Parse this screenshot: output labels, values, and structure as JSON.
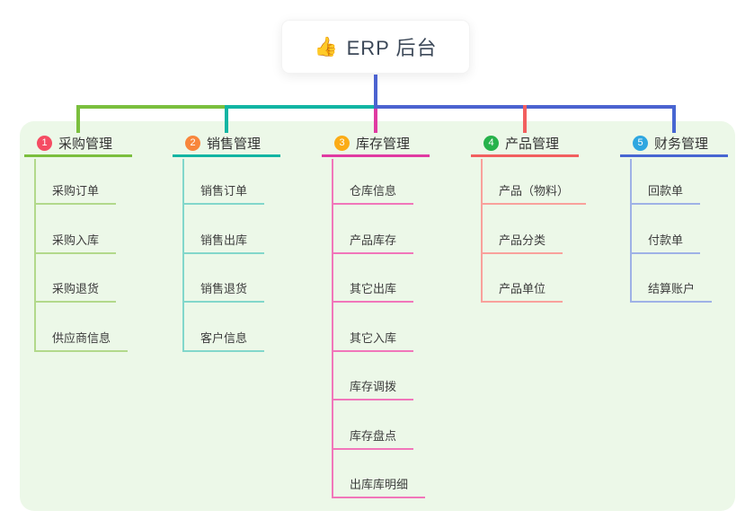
{
  "root": {
    "icon": "thumbs-up-icon",
    "label": "ERP 后台"
  },
  "colors": {
    "panel_background": "#ecf8e8",
    "root_connector": "#4c63d0",
    "root_text": "#3c4858",
    "header_text": "#333333",
    "child_text": "#3d3d3d"
  },
  "branches": [
    {
      "index": "1",
      "label": "采购管理",
      "badge_color": "#f54c63",
      "line_color": "#7bbf3e",
      "child_line_color": "#b2d98b",
      "children": [
        "采购订单",
        "采购入库",
        "采购退货",
        "供应商信息"
      ]
    },
    {
      "index": "2",
      "label": "销售管理",
      "badge_color": "#f8863c",
      "line_color": "#12b5a3",
      "child_line_color": "#82d7cb",
      "children": [
        "销售订单",
        "销售出库",
        "销售退货",
        "客户信息"
      ]
    },
    {
      "index": "3",
      "label": "库存管理",
      "badge_color": "#fbac16",
      "line_color": "#e03aa2",
      "child_line_color": "#f176ba",
      "children": [
        "仓库信息",
        "产品库存",
        "其它出库",
        "其它入库",
        "库存调拨",
        "库存盘点",
        "出库库明细"
      ]
    },
    {
      "index": "4",
      "label": "产品管理",
      "badge_color": "#27b24b",
      "line_color": "#f25f5f",
      "child_line_color": "#f9a19c",
      "children": [
        "产品（物料）",
        "产品分类",
        "产品单位"
      ]
    },
    {
      "index": "5",
      "label": "财务管理",
      "badge_color": "#2fa7e0",
      "line_color": "#4766d2",
      "child_line_color": "#9fb2e6",
      "children": [
        "回款单",
        "付款单",
        "结算账户"
      ]
    }
  ]
}
